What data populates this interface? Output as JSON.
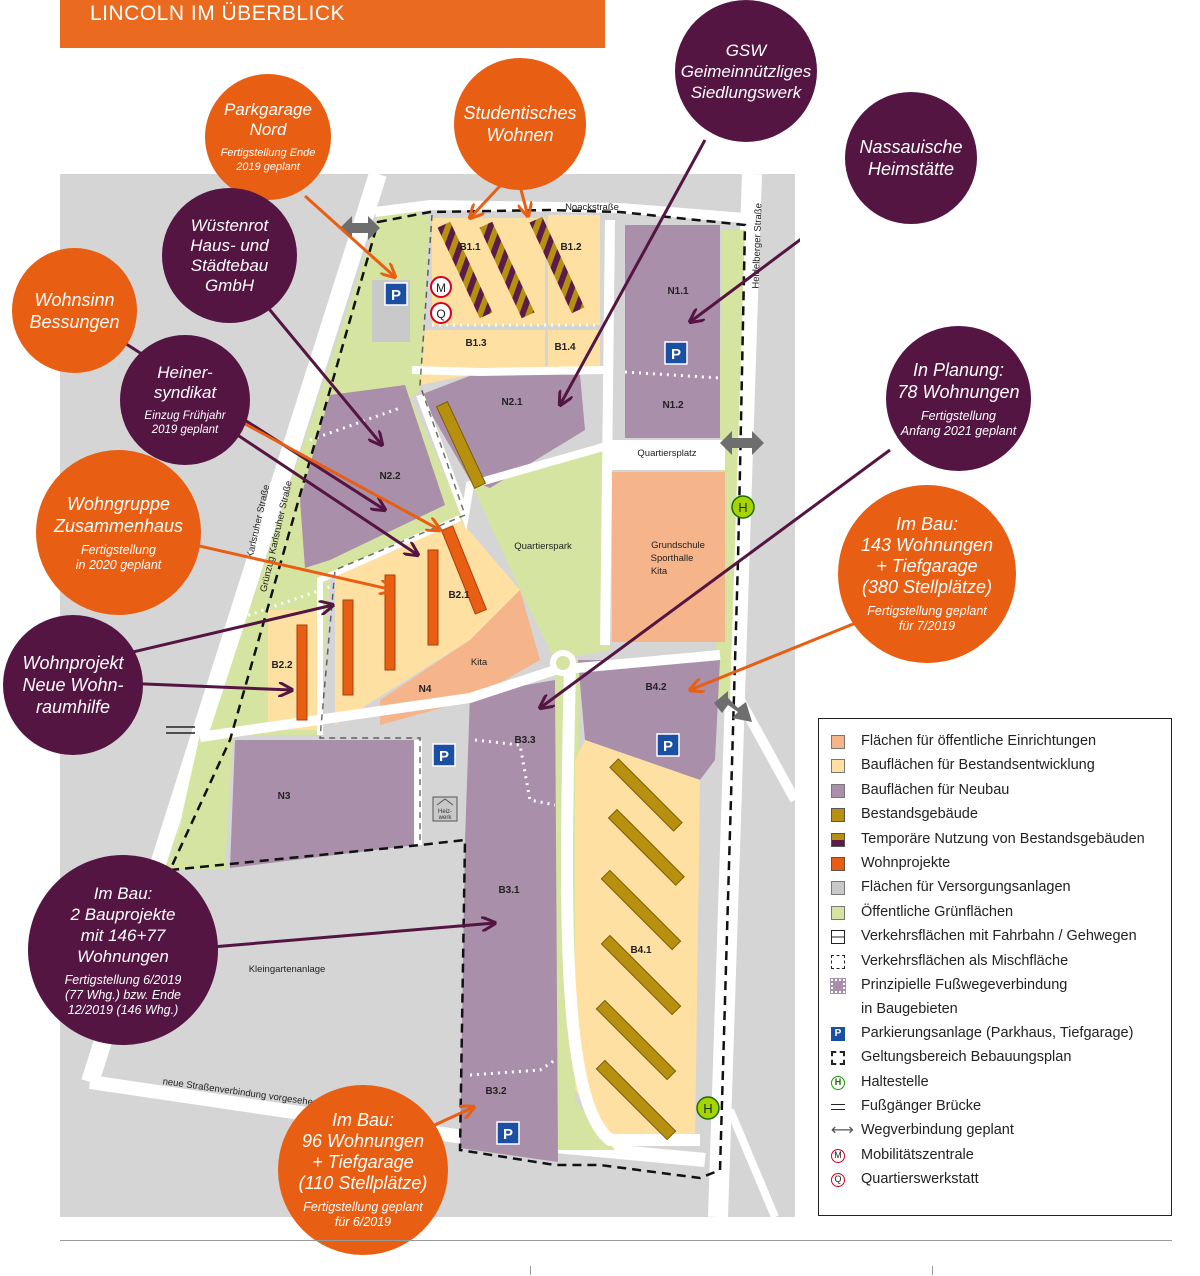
{
  "header": {
    "title": "LINCOLN IM ÜBERBLICK"
  },
  "parcels": [
    {
      "id": "B1.1",
      "label": "B1.1"
    },
    {
      "id": "B1.2",
      "label": "B1.2"
    },
    {
      "id": "B1.3",
      "label": "B1.3"
    },
    {
      "id": "B1.4",
      "label": "B1.4"
    },
    {
      "id": "N1.1",
      "label": "N1.1"
    },
    {
      "id": "N1.2",
      "label": "N1.2"
    },
    {
      "id": "N2.1",
      "label": "N2.1"
    },
    {
      "id": "N2.2",
      "label": "N2.2"
    },
    {
      "id": "B2.1",
      "label": "B2.1"
    },
    {
      "id": "B2.2",
      "label": "B2.2"
    },
    {
      "id": "N4",
      "label": "N4"
    },
    {
      "id": "N3",
      "label": "N3"
    },
    {
      "id": "B3.3",
      "label": "B3.3"
    },
    {
      "id": "B3.1",
      "label": "B3.1"
    },
    {
      "id": "B3.2",
      "label": "B3.2"
    },
    {
      "id": "B4.2",
      "label": "B4.2"
    },
    {
      "id": "B4.1",
      "label": "B4.1"
    }
  ],
  "places": {
    "quartierspark": "Quartierspark",
    "quartiersplatz": "Quartiersplatz",
    "kita": "Kita",
    "school_1": "Grundschule",
    "school_2": "Sporthalle",
    "school_3": "Kita",
    "kleingarten": "Kleingartenanlage",
    "heizwerk_1": "Heiz-",
    "heizwerk_2": "werk"
  },
  "streets": {
    "noack": "Noackstraße",
    "heidelberger": "Heidelberger Straße",
    "karlsruher": "Karlsruher Straße",
    "gruenzug": "Grünzug Karlsruher Straße",
    "neue_verbindung": "neue Straßenverbindung vorgesehen"
  },
  "markers": {
    "mobility": "M",
    "workshop": "Q",
    "bus": "H"
  },
  "callouts": [
    {
      "id": "parkgarage-nord",
      "color": "orange",
      "title": "Parkgarage\nNord",
      "sub": "Fertigstellung Ende\n2019 geplant"
    },
    {
      "id": "studentisches-wohnen",
      "color": "orange",
      "title": "Studentisches\nWohnen",
      "sub": ""
    },
    {
      "id": "gsw",
      "color": "purple",
      "title": "GSW\nGeimeinnützliges\nSiedlungswerk",
      "sub": ""
    },
    {
      "id": "nassauische",
      "color": "purple",
      "title": "Nassauische\nHeimstätte",
      "sub": ""
    },
    {
      "id": "wuestenrot",
      "color": "purple",
      "title": "Wüstenrot\nHaus- und\nStädtebau\nGmbH",
      "sub": ""
    },
    {
      "id": "wohnsinn",
      "color": "orange",
      "title": "Wohnsinn\nBessungen",
      "sub": ""
    },
    {
      "id": "heinersyndikat",
      "color": "purple",
      "title": "Heiner-\nsyndikat",
      "sub": "Einzug Frühjahr\n2019 geplant"
    },
    {
      "id": "in-planung",
      "color": "purple",
      "title": "In Planung:\n78 Wohnungen",
      "sub": "Fertigstellung\nAnfang 2021 geplant"
    },
    {
      "id": "zusammenhaus",
      "color": "orange",
      "title": "Wohngruppe\nZusammenhaus",
      "sub": "Fertigstellung\nin 2020 geplant"
    },
    {
      "id": "im-bau-143",
      "color": "orange",
      "title": "Im Bau:\n143 Wohnungen\n+ Tiefgarage\n(380 Stellplätze)",
      "sub": "Fertigstellung geplant\nfür 7/2019"
    },
    {
      "id": "wohnprojekt",
      "color": "purple",
      "title": "Wohnprojekt\nNeue Wohn-\nraumhilfe",
      "sub": ""
    },
    {
      "id": "im-bau-2",
      "color": "purple",
      "title": "Im Bau:\n2 Bauprojekte\nmit 146+77 Wohnungen",
      "sub": "Fertigstellung 6/2019\n(77 Whg.) bzw. Ende\n12/2019 (146 Whg.)"
    },
    {
      "id": "im-bau-96",
      "color": "orange",
      "title": "Im Bau:\n96 Wohnungen\n+ Tiefgarage\n(110 Stellplätze)",
      "sub": "Fertigstellung geplant\nfür 6/2019"
    }
  ],
  "legend": [
    {
      "sym": "public",
      "text": "Flächen für öffentliche Einrichtungen"
    },
    {
      "sym": "existing",
      "text": "Bauflächen für Bestandsentwicklung"
    },
    {
      "sym": "new",
      "text": "Bauflächen für Neubau"
    },
    {
      "sym": "building",
      "text": "Bestandsgebäude"
    },
    {
      "sym": "temporary",
      "text": "Temporäre Nutzung von Bestandsgebäuden"
    },
    {
      "sym": "project",
      "text": "Wohnprojekte"
    },
    {
      "sym": "utility",
      "text": "Flächen für Versorgungsanlagen"
    },
    {
      "sym": "green",
      "text": "Öffentliche Grünflächen"
    },
    {
      "sym": "road",
      "text": "Verkehrsflächen mit Fahrbahn / Gehwegen"
    },
    {
      "sym": "mixed",
      "text": "Verkehrsflächen als Mischfläche"
    },
    {
      "sym": "footpath",
      "text": "Prinzipielle Fußwegeverbindung\nin Baugebieten"
    },
    {
      "sym": "parking",
      "text": "Parkierungsanlage (Parkhaus, Tiefgarage)"
    },
    {
      "sym": "boundary",
      "text": "Geltungsbereich Bebauungsplan"
    },
    {
      "sym": "bus",
      "text": "Haltestelle"
    },
    {
      "sym": "bridge",
      "text": "Fußgänger Brücke"
    },
    {
      "sym": "arrow",
      "text": "Wegverbindung geplant"
    },
    {
      "sym": "mobility",
      "text": "Mobilitätszentrale"
    },
    {
      "sym": "workshop",
      "text": "Quartierswerkstatt"
    }
  ],
  "colors": {
    "public": "#f5b48a",
    "existing": "#fde0a2",
    "new": "#a98fa9",
    "building": "#b8900f",
    "project": "#e85e12",
    "utility": "#c9c9c9",
    "green": "#d6e4a1",
    "orange": "#e85e12",
    "purple": "#541542",
    "parking": "#1a4fa3",
    "bus": "#a7d400"
  }
}
